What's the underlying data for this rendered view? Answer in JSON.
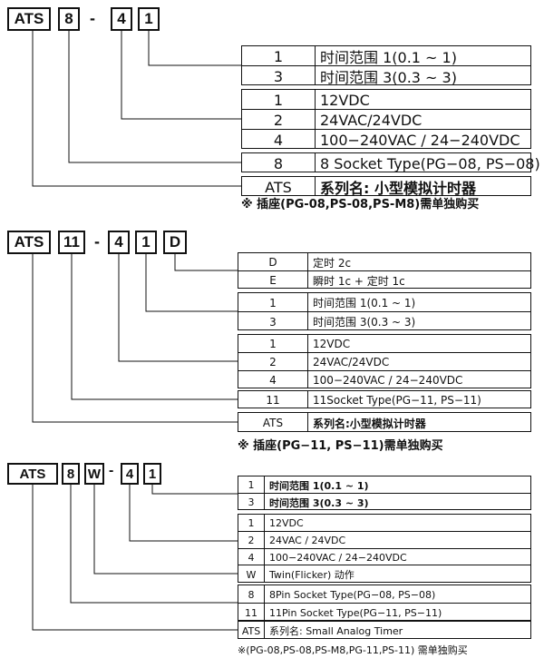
{
  "section1": {
    "header": [
      "ATS",
      "8",
      "-",
      "4",
      "1"
    ],
    "groups": [
      [
        {
          "code": "1",
          "desc": "时间范围 1(0.1 ~ 1)"
        },
        {
          "code": "3",
          "desc": "时间范围 3(0.3 ~ 3)"
        }
      ],
      [
        {
          "code": "1",
          "desc": "12VDC"
        },
        {
          "code": "2",
          "desc": "24VAC/24VDC"
        },
        {
          "code": "4",
          "desc": "100−240VAC / 24−240VDC"
        }
      ],
      [
        {
          "code": "8",
          "desc": "8 Socket Type(PG−08, PS−08)"
        }
      ],
      [
        {
          "code": "ATS",
          "desc": "系列名: 小型模拟计时器"
        }
      ]
    ],
    "note": "※ 插座(PG-08,PS-08,PS-M8)需单独购买"
  },
  "section2": {
    "header": [
      "ATS",
      "11",
      "-",
      "4",
      "1",
      "D"
    ],
    "groups": [
      [
        {
          "code": "D",
          "desc": "定时 2c"
        },
        {
          "code": "E",
          "desc": "瞬时 1c + 定时 1c"
        }
      ],
      [
        {
          "code": "1",
          "desc": "时间范围 1(0.1 ~ 1)"
        },
        {
          "code": "3",
          "desc": "时间范围 3(0.3 ~ 3)"
        }
      ],
      [
        {
          "code": "1",
          "desc": "12VDC"
        },
        {
          "code": "2",
          "desc": "24VAC/24VDC"
        },
        {
          "code": "4",
          "desc": "100−240VAC / 24−240VDC"
        }
      ],
      [
        {
          "code": "11",
          "desc": "11Socket Type(PG−11, PS−11)"
        }
      ],
      [
        {
          "code": "ATS",
          "desc": "系列名:小型模拟计时器"
        }
      ]
    ],
    "note": "※ 插座(PG−11, PS−11)需单独购买"
  },
  "section3": {
    "header": [
      "ATS",
      "8",
      "W",
      "-",
      "4",
      "1"
    ],
    "groups": [
      [
        {
          "code": "1",
          "desc": "时间范围 1(0.1 ~ 1)"
        },
        {
          "code": "3",
          "desc": "时间范围 3(0.3 ~ 3)"
        }
      ],
      [
        {
          "code": "1",
          "desc": "12VDC"
        },
        {
          "code": "2",
          "desc": "24VAC / 24VDC"
        },
        {
          "code": "4",
          "desc": "100−240VAC / 24−240VDC"
        }
      ],
      [
        {
          "code": "W",
          "desc": "Twin(Flicker) 动作"
        }
      ],
      [
        {
          "code": "8",
          "desc": "8Pin Socket Type(PG−08, PS−08)"
        },
        {
          "code": "11",
          "desc": "11Pin Socket Type(PG−11, PS−11)"
        }
      ],
      [
        {
          "code": "ATS",
          "desc": "系列名: Small Analog Timer"
        }
      ]
    ],
    "note": "※(PG-08,PS-08,PS-M8,PG-11,PS-11) 需单独购买"
  }
}
